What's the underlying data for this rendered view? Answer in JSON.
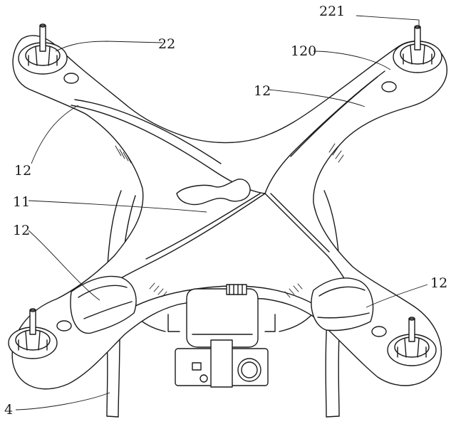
{
  "figure": {
    "labels": {
      "motor_ref_top_right": "221",
      "motor_ref_top_left": "22",
      "mount_ref": "120",
      "arm_ref_upper_right": "12",
      "arm_ref_upper_left": "12",
      "body_ref": "11",
      "arm_ref_lower_left": "12",
      "arm_ref_lower_right": "12",
      "landing_gear_ref": "4"
    }
  }
}
